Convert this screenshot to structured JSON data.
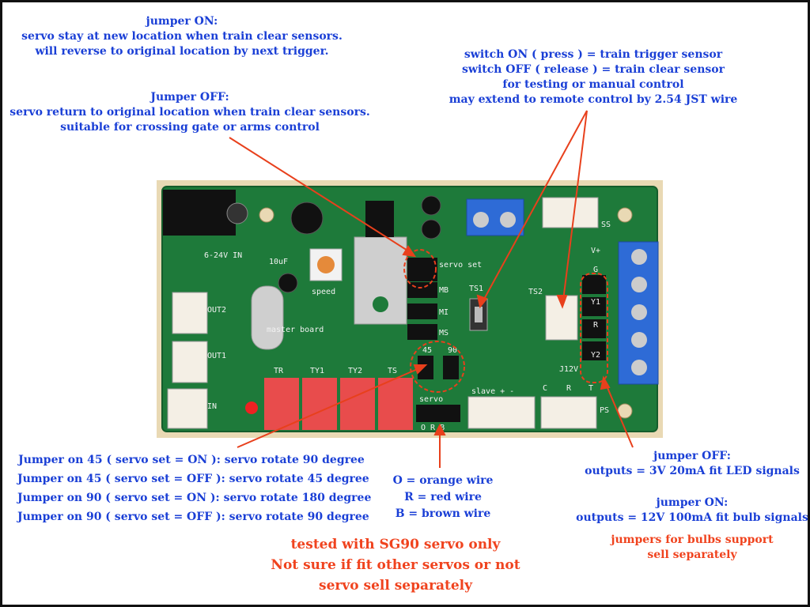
{
  "notes": {
    "jumper_on": [
      "jumper ON:",
      "servo stay at new location when train clear sensors.",
      "will reverse to original location by next trigger."
    ],
    "jumper_off": [
      "Jumper OFF:",
      "servo return to original location when train clear sensors.",
      "suitable for crossing gate or arms control"
    ],
    "switch": [
      "switch ON ( press ) = train trigger sensor",
      "switch OFF ( release ) = train clear sensor",
      "for testing or manual control",
      "may extend to remote control by 2.54 JST wire"
    ],
    "jumper_45_90": [
      "Jumper on 45 ( servo set = ON ): servo rotate 90 degree",
      "Jumper on 45 ( servo set = OFF ): servo rotate 45 degree",
      "Jumper on 90 ( servo set = ON ): servo rotate 180 degree",
      "Jumper on 90 ( servo set = OFF ): servo rotate 90 degree"
    ],
    "wires": [
      "O = orange wire",
      "R = red wire",
      "B = brown wire"
    ],
    "outputs_off": [
      "jumper OFF:",
      "outputs = 3V 20mA fit LED signals"
    ],
    "outputs_on": [
      "jumper ON:",
      "outputs = 12V 100mA fit bulb signals"
    ],
    "bulbs": [
      "jumpers for bulbs support",
      "sell separately"
    ],
    "servo_warning": [
      "tested with SG90 servo only",
      "Not sure if fit other servos or not",
      "servo sell separately"
    ]
  },
  "board_labels": {
    "power": "6-24V IN",
    "servo_set": "servo set",
    "speed": "speed",
    "master": "master board",
    "mb": "MB",
    "mi": "MI",
    "ms": "MS",
    "out1": "OUT1",
    "out2": "OUT2",
    "in": "IN",
    "ts1": "TS1",
    "ts2": "TS2",
    "ss": "SS",
    "ps": "PS",
    "slave": "slave + -",
    "c": "C",
    "r": "R",
    "t": "T",
    "j12v": "J12V",
    "vplus": "V+",
    "g": "G",
    "y1": "Y1",
    "r_sig": "R",
    "y2": "Y2",
    "dip": [
      "TR",
      "TY1",
      "TY2",
      "TS"
    ],
    "servo_hdr": "servo",
    "orb": "O R B",
    "cap_10uf": "10uF",
    "a45": "45",
    "a90": "90"
  },
  "colors": {
    "note_blue": "#1a3fd6",
    "note_red": "#f0431e",
    "pcb_green": "#1e7a3a",
    "terminal_blue": "#2e6bd6",
    "dip_red": "#e84c4c",
    "arrow_red": "#e8401c"
  }
}
